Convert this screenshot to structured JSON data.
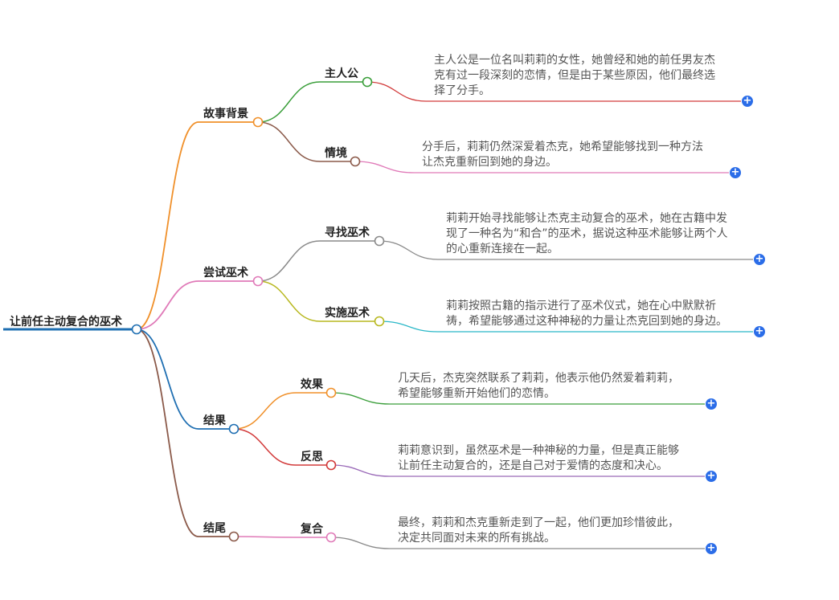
{
  "root": {
    "label": "让前任主动复合的巫术",
    "color": "#1f6fb2"
  },
  "branches": [
    {
      "label": "故事背景",
      "color": "#f0902a",
      "children": [
        {
          "label": "主人公",
          "color": "#3a9e3a",
          "leaf_color": "#d23a3a",
          "lines": [
            "主人公是一位名叫莉莉的女性，她曾经和她的前任男友杰",
            "克有过一段深刻的恋情，但是由于某些原因，他们最终选",
            "择了分手。"
          ]
        },
        {
          "label": "情境",
          "color": "#8b5a4a",
          "leaf_color": "#e07ab8",
          "lines": [
            "分手后，莉莉仍然深爱着杰克，她希望能够找到一种方法",
            "让杰克重新回到她的身边。"
          ]
        }
      ]
    },
    {
      "label": "尝试巫术",
      "color": "#e07ab8",
      "children": [
        {
          "label": "寻找巫术",
          "color": "#8a8a8a",
          "leaf_color": "#8a8a8a",
          "lines": [
            "莉莉开始寻找能够让杰克主动复合的巫术，她在古籍中发",
            "现了一种名为“和合”的巫术，据说这种巫术能够让两个人",
            "的心重新连接在一起。"
          ]
        },
        {
          "label": "实施巫术",
          "color": "#b8b820",
          "leaf_color": "#2bb8c8",
          "lines": [
            "莉莉按照古籍的指示进行了巫术仪式，她在心中默默祈",
            "祷，希望能够通过这种神秘的力量让杰克回到她的身边。"
          ]
        }
      ]
    },
    {
      "label": "结果",
      "color": "#1f6fb2",
      "children": [
        {
          "label": "效果",
          "color": "#f0902a",
          "leaf_color": "#3a9e3a",
          "lines": [
            "几天后，杰克突然联系了莉莉，他表示他仍然爱着莉莉，",
            "希望能够重新开始他们的恋情。"
          ]
        },
        {
          "label": "反思",
          "color": "#d23a3a",
          "leaf_color": "#9a6ab8",
          "lines": [
            "莉莉意识到，虽然巫术是一种神秘的力量，但是真正能够",
            "让前任主动复合的，还是自己对于爱情的态度和决心。"
          ]
        }
      ]
    },
    {
      "label": "结尾",
      "color": "#8b5a4a",
      "children": [
        {
          "label": "复合",
          "color": "#e07ab8",
          "leaf_color": "#8a8a8a",
          "lines": [
            "最终，莉莉和杰克重新走到了一起，他们更加珍惜彼此，",
            "决定共同面对未来的所有挑战。"
          ]
        }
      ]
    }
  ],
  "expand_symbol": "+"
}
